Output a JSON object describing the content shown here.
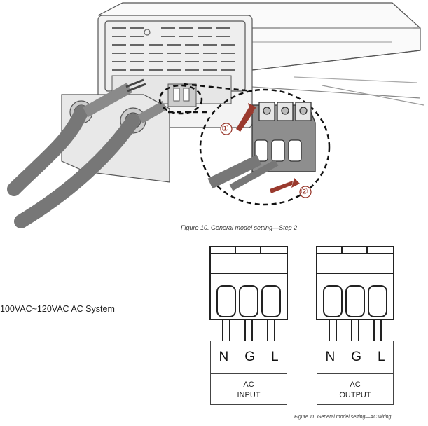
{
  "figure10": {
    "caption": "Figure 10. General model setting—Step 2",
    "steps": [
      "①",
      "②"
    ]
  },
  "system_label": "100VAC~120VAC AC System",
  "figure11": {
    "caption": "Figure 11. General model setting—AC wiring",
    "terminals": [
      {
        "pins": [
          "N",
          "G",
          "L"
        ],
        "label_line1": "AC",
        "label_line2": "INPUT"
      },
      {
        "pins": [
          "N",
          "G",
          "L"
        ],
        "label_line1": "AC",
        "label_line2": "OUTPUT"
      }
    ]
  }
}
